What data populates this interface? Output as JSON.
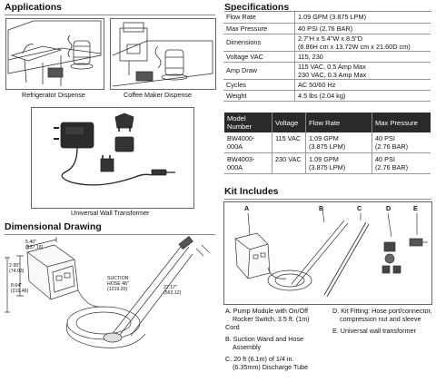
{
  "sections": {
    "applications": "Applications",
    "specifications": "Specifications",
    "dimensional_drawing": "Dimensional Drawing",
    "kit_includes": "Kit Includes"
  },
  "applications": {
    "captions": [
      "Refrigerator Dispense",
      "Coffee Maker Dispense",
      "Universal Wall Transformer"
    ]
  },
  "specifications": [
    {
      "label": "Flow Rate",
      "value": [
        "1.09 GPM (3.875 LPM)"
      ]
    },
    {
      "label": "Max Pressure",
      "value": [
        "40 PSI (2.76 BAR)"
      ]
    },
    {
      "label": "Dimensions",
      "value": [
        "2.7\"H x 5.4\"W x 8.5\"D",
        "(6.86H cm x 13.72W cm x 21.60D cm)"
      ]
    },
    {
      "label": "Voltage VAC",
      "value": [
        "115, 230"
      ]
    },
    {
      "label": "Amp Draw",
      "value": [
        "115 VAC, 0.5 Amp Max",
        "230 VAC, 0.3 Amp Max"
      ]
    },
    {
      "label": "Cycles",
      "value": [
        "AC 50/60 Hz"
      ]
    },
    {
      "label": "Weight",
      "value": [
        "4.5 lbs (2.04 kg)"
      ]
    }
  ],
  "models": {
    "headers": [
      "Model Number",
      "Voltage",
      "Flow Rate",
      "Max Pressure"
    ],
    "rows": [
      {
        "model": "BW4000-000A",
        "voltage": "115 VAC",
        "flow": [
          "1.09 GPM",
          "(3.875 LPM)"
        ],
        "pressure": [
          "40 PSI",
          "(2.76 BAR)"
        ]
      },
      {
        "model": "BW4003-000A",
        "voltage": "230 VAC",
        "flow": [
          "1.09 GPM",
          "(3.875 LPM)"
        ],
        "pressure": [
          "40 PSI",
          "(2.76 BAR)"
        ]
      }
    ]
  },
  "drawing": {
    "dim_length_top": "5.40\"",
    "dim_length_top_mm": "(137.16)",
    "dim_height": "2.95\"",
    "dim_height_mm": "(74.93)",
    "dim_depth": "8.64\"",
    "dim_depth_mm": "(219.46)",
    "suction_hose": "SUCTION",
    "suction_hose_2": "HOSE 48\"",
    "suction_hose_mm": "(1219.20)",
    "wand": "22.17\"",
    "wand_mm": "(563.12)"
  },
  "kit": {
    "labels": [
      "A",
      "B",
      "C",
      "D",
      "E"
    ],
    "items": [
      {
        "letter": "A.",
        "lines": [
          "Pump Module with On/Off",
          "Rocker Switch, 3.5 ft. (1m) Cord"
        ]
      },
      {
        "letter": "B.",
        "lines": [
          "Suction Wand and Hose",
          "Assembly"
        ]
      },
      {
        "letter": "C.",
        "lines": [
          "20 ft (6.1m) of 1/4 in.",
          "(6.35mm) Discharge Tube"
        ]
      },
      {
        "letter": "D.",
        "lines": [
          "Kit Fitting: Hose port/connector,",
          "compression nut and sleeve"
        ]
      },
      {
        "letter": "E.",
        "lines": [
          "Universal wall transformer"
        ]
      }
    ]
  }
}
